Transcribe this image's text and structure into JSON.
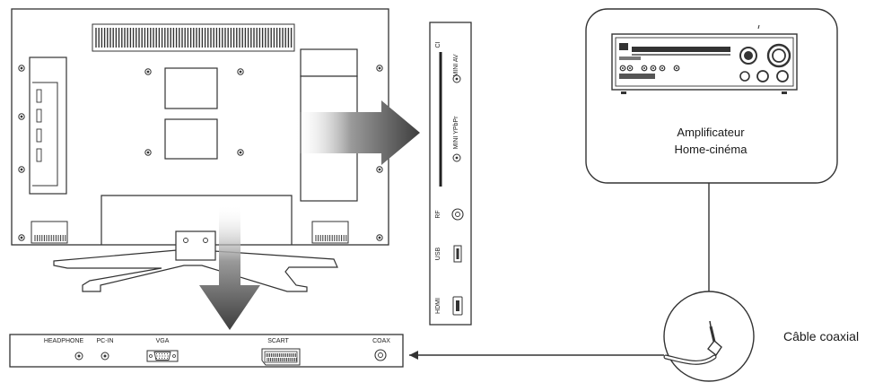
{
  "side_panel": {
    "ci": "CI",
    "mini_av": "MINI AV",
    "mini_ypbpr": "MINI YPbPr",
    "rf": "RF",
    "usb": "USB",
    "hdmi": "HDMI"
  },
  "bottom_panel": {
    "headphone": "HEADPHONE",
    "pc_in": "PC-IN",
    "vga": "VGA",
    "scart": "SCART",
    "coax": "COAX"
  },
  "amplifier": {
    "line1": "Amplificateur",
    "line2": "Home-cinéma"
  },
  "cable": {
    "label": "Câble coaxial"
  }
}
